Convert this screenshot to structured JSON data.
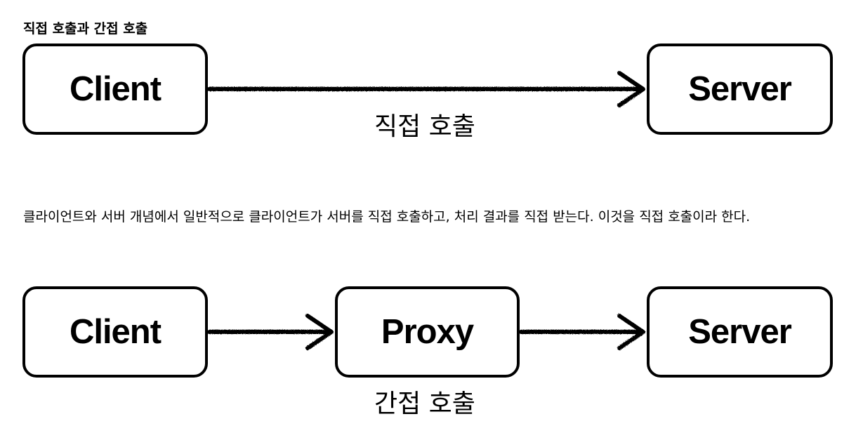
{
  "section_title": "직접 호출과 간접 호출",
  "diagram_direct": {
    "client_label": "Client",
    "server_label": "Server",
    "caption": "직접 호출"
  },
  "paragraph": "클라이언트와 서버 개념에서 일반적으로 클라이언트가 서버를 직접 호출하고, 처리 결과를 직접 받는다. 이것을 직접 호출이라 한다.",
  "diagram_indirect": {
    "client_label": "Client",
    "proxy_label": "Proxy",
    "server_label": "Server",
    "caption": "간접 호출"
  },
  "colors": {
    "stroke": "#000000",
    "background": "#ffffff"
  }
}
